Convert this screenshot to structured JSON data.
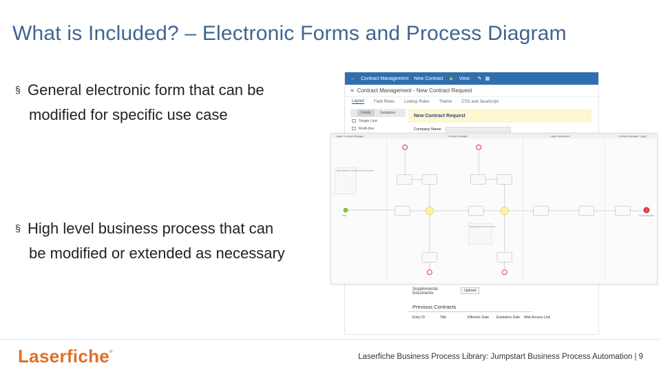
{
  "slide": {
    "title": "What is Included? – Electronic Forms and Process Diagram",
    "bullets": [
      {
        "line1": "General electronic form that can be",
        "line2": "modified for specific use case"
      },
      {
        "line1": "High level business process that can",
        "line2": "be modified or extended as necessary"
      }
    ],
    "bullet_mark": "§",
    "accent_color": "#e8702a",
    "title_color": "#3f6491"
  },
  "form_screenshot": {
    "topbar": {
      "back": "←",
      "app": "Contract Management",
      "form": "New Contract",
      "view": "View"
    },
    "header_title": "Contract Management - New Contract Request",
    "tabs": [
      "Layout",
      "Field Rules",
      "Lookup Rules",
      "Theme",
      "CSS and JavaScript"
    ],
    "side_tabs": [
      "Fields",
      "Variables"
    ],
    "side_fields": [
      "Single Line",
      "Multi-line"
    ],
    "canvas_title": "New Contract Request",
    "company_label": "Company Name",
    "supplemental_label": "Supplemental Documents",
    "upload_label": "Upload",
    "previous_contracts": "Previous Contracts",
    "columns": [
      "Entry ID",
      "Title",
      "Effective Date",
      "Expiration Date",
      "Web Access Link"
    ]
  },
  "diagram": {
    "lanes": [
      "Legal / Contract Manager",
      "Contract Manager",
      "Legal Department",
      "Contract Manager / Legal"
    ],
    "note1": "Vague requests, or requests that are incomplete...",
    "note2": "The Processes Ends at this Point...",
    "start_label": "Start",
    "end_label": "Contract Complete"
  },
  "footer": {
    "logo": "Laserfiche",
    "logo_mark": "®",
    "text": "Laserfiche Business Process Library: Jumpstart Business Process Automation",
    "page": "9",
    "sep": "|"
  }
}
